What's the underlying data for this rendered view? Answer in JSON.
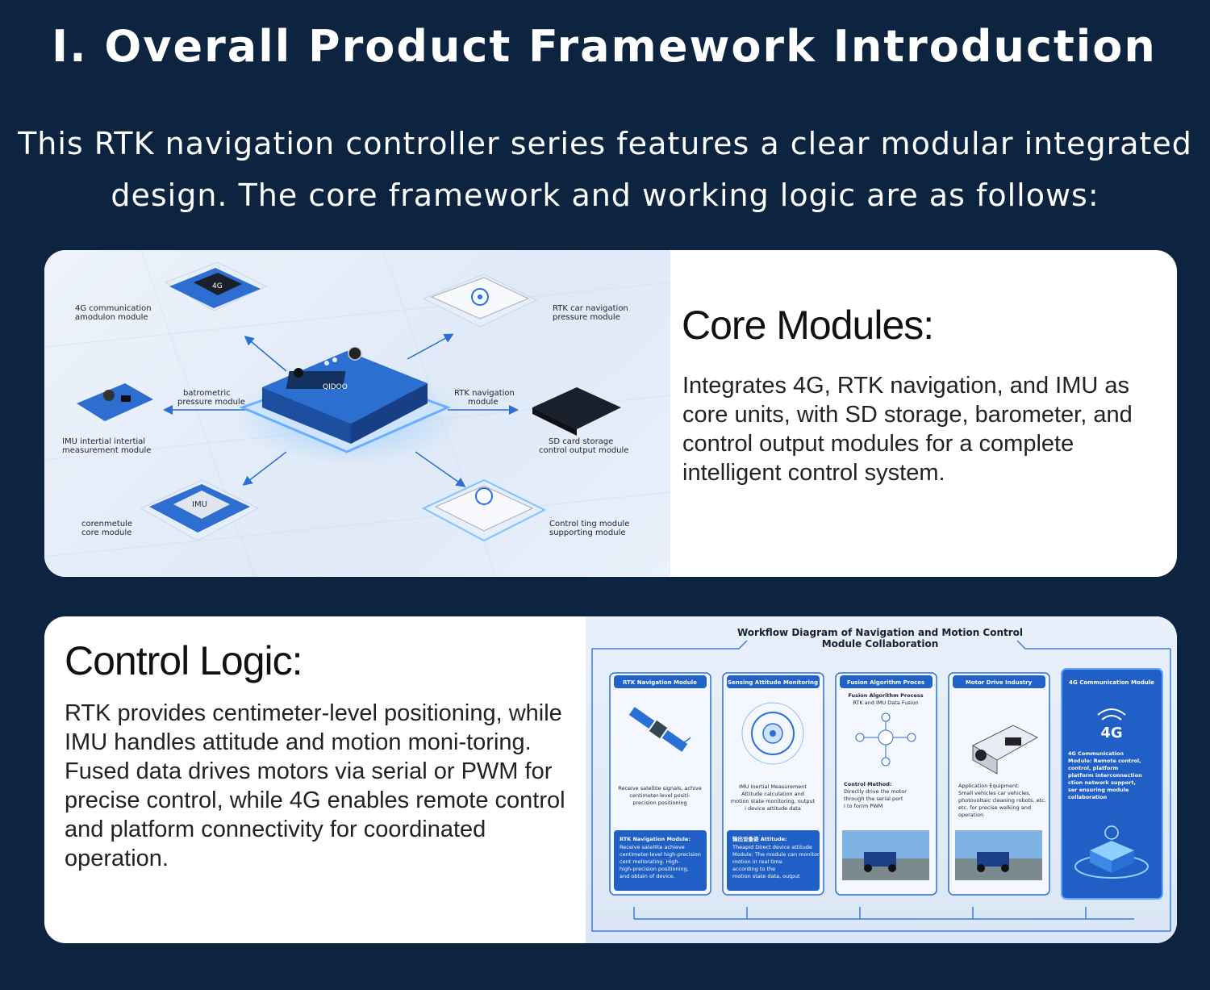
{
  "title": "I. Overall Product Framework Introduction",
  "intro": {
    "line1": "This RTK navigation controller series features a clear modular integrated",
    "line2": "design. The core framework and working logic are as follows:"
  },
  "core_modules": {
    "heading": "Core Modules:",
    "body": "Integrates 4G, RTK navigation, and IMU as core units, with SD storage, barometer, and control output modules for a complete intelligent control system.",
    "diagram": {
      "center_badge": "QIDOO",
      "chip_4g": "4G",
      "chip_imu": "IMU",
      "labels": {
        "comm_4g": [
          "4G communication",
          "amodulon module"
        ],
        "rtk_car": [
          "RTK car navigation",
          "pressure module"
        ],
        "barometric": [
          "batrometric",
          "pressure module"
        ],
        "rtk_nav": [
          "RTK navigation",
          "module"
        ],
        "imu": [
          "IMU intertial intertial",
          "measurement module"
        ],
        "sd_card": [
          "SD card storage",
          "control output module"
        ],
        "core": [
          "corenmetule",
          "core module"
        ],
        "control": [
          "Control ting module",
          "supporting module"
        ]
      }
    }
  },
  "control_logic": {
    "heading": "Control Logic:",
    "body": "RTK provides centimeter-level positioning, while IMU handles attitude and motion moni-toring. Fused data drives motors via serial or PWM for precise control, while 4G enables remote control and platform connectivity for coordinated operation.",
    "workflow": {
      "title_line1": "Workflow Diagram of Navigation and Motion Control",
      "title_line2": "Module Collaboration",
      "panels": [
        {
          "head": "RTK Navigation Module",
          "text": [
            "Receive satellite signals, achive",
            "centimeter-level positi-",
            "precision positioning"
          ],
          "lower": [
            "RTK Navigation Module:",
            "Receive satellite achieve",
            "centimeter-level high-precision",
            "cent meliorating. High-",
            "high-precision positioning,",
            "and obtain of device."
          ]
        },
        {
          "head": "Sensing Attitude Monitoring",
          "text": [
            "IMU Inertial Measurement",
            "Attitude calculation and",
            "motion state monitoring, output",
            "i device attitude data"
          ],
          "lower": [
            "输出设备姿 Attitude:",
            "Theapid Direct device attitude",
            "Module: The module can monitor",
            "motion in real time",
            "according to the",
            "motion state data, output"
          ]
        },
        {
          "head": "Fusion Algorithm Proces",
          "text": [
            "Control Method:",
            "Directly drive the motor",
            "through the serial port",
            "I to forrm PWM"
          ],
          "sub": [
            "Fusion Algorithm Process",
            "RTK and IMU Data Fusion"
          ]
        },
        {
          "head": "Motor Drive Industry",
          "text": [
            "Application Equipment:",
            "Small vehicles car vehicles,",
            "photovoltaic cleaning robots, etc.",
            "etc. for precise walking and",
            "operation"
          ]
        },
        {
          "head": "4G Communication Module",
          "text": [
            "4G Communication",
            "Module: Remote control,",
            "control, platform",
            "platform interconnection",
            "ction network support,",
            "ser ensuring module",
            "collaboration"
          ],
          "badge": "4G"
        }
      ]
    }
  }
}
